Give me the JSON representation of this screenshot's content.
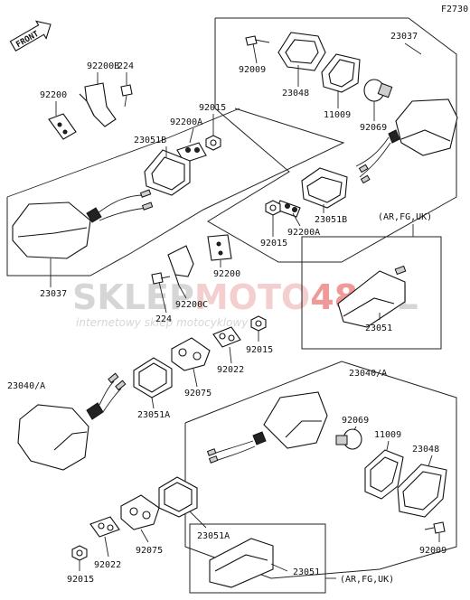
{
  "diagram": {
    "figure_code": "F2730",
    "front_label": "FRONT",
    "watermark": {
      "brand_left": "SKLEP",
      "brand_mid": "MOTO",
      "brand_num": "48",
      "brand_tld": ".PL",
      "tagline": "internetowy sklep motocyklowy"
    },
    "region_notes": {
      "top_right": "(AR,FG,UK)",
      "bottom_right": "(AR,FG,UK)"
    },
    "part_numbers": {
      "p23037_top": "23037",
      "p92009_top": "92009",
      "p23048_top": "23048",
      "p11009_top": "11009",
      "p92069_top": "92069",
      "p23051B_top": "23051B",
      "p92015_top": "92015",
      "p92200A_top": "92200A",
      "p92200B": "92200B",
      "p224_top": "224",
      "p92200_top": "92200",
      "p92200A_mid": "92200A",
      "p92015_mid": "92015",
      "p23051B_left": "23051B",
      "p23037_left": "23037",
      "p92200_mid": "92200",
      "p224_mid": "224",
      "p92200C": "92200C",
      "p92015_right": "92015",
      "p92022_mid": "92022",
      "p92075_mid": "92075",
      "p23051A_mid": "23051A",
      "p23040A_left": "23040/A",
      "p23051_top": "23051",
      "p23040A_right": "23040/A",
      "p92069_bot": "92069",
      "p11009_bot": "11009",
      "p23048_bot": "23048",
      "p92009_bot": "92009",
      "p23051A_bot": "23051A",
      "p92075_bot": "92075",
      "p92022_bot": "92022",
      "p92015_bot": "92015",
      "p23051_bot": "23051"
    }
  }
}
